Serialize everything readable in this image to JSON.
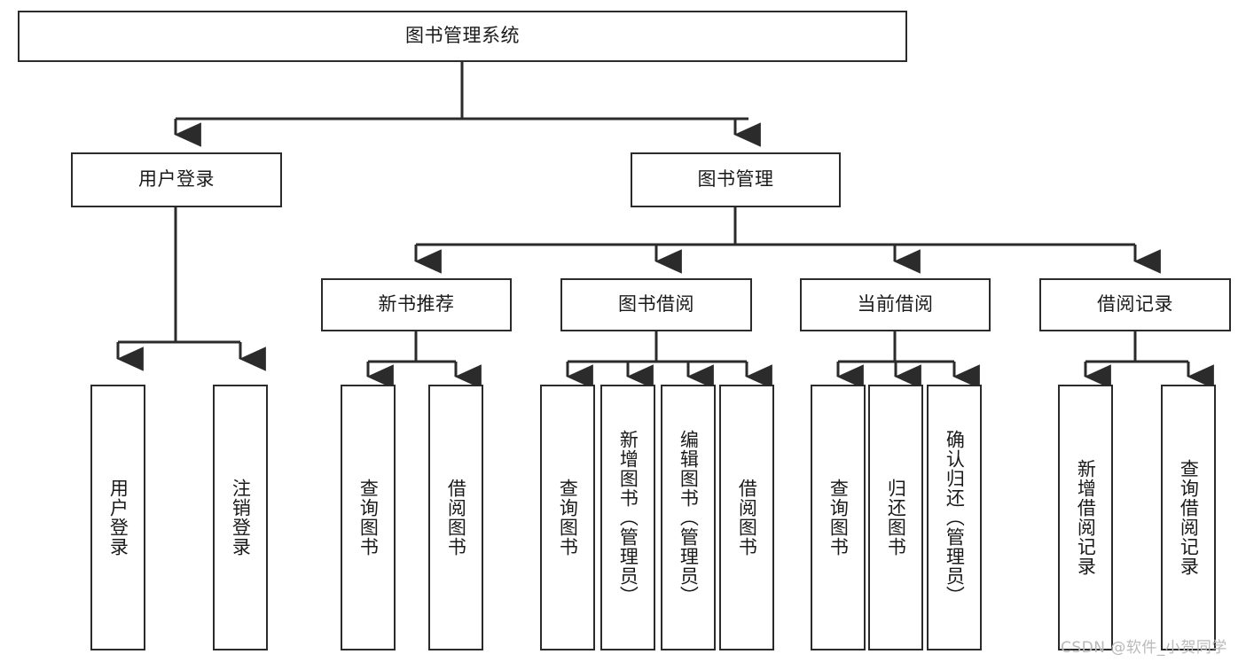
{
  "diagram": {
    "title": "图书管理系统",
    "type": "tree",
    "root": {
      "id": "root",
      "label": "图书管理系统"
    },
    "level2": [
      {
        "id": "user-login",
        "label": "用户登录"
      },
      {
        "id": "book-manage",
        "label": "图书管理"
      }
    ],
    "level3": [
      {
        "id": "new-book-recommend",
        "label": "新书推荐"
      },
      {
        "id": "book-borrow",
        "label": "图书借阅"
      },
      {
        "id": "current-borrow",
        "label": "当前借阅"
      },
      {
        "id": "borrow-record",
        "label": "借阅记录"
      }
    ],
    "leaves": {
      "user_login": [
        {
          "id": "leaf-user-login",
          "label": "用户登录"
        },
        {
          "id": "leaf-logout-login",
          "label": "注销登录"
        }
      ],
      "new_book_recommend": [
        {
          "id": "leaf-query-book-1",
          "label": "查询图书"
        },
        {
          "id": "leaf-borrow-book-1",
          "label": "借阅图书"
        }
      ],
      "book_borrow": [
        {
          "id": "leaf-query-book-2",
          "label": "查询图书"
        },
        {
          "id": "leaf-add-book",
          "label": "新增图书（管理员）"
        },
        {
          "id": "leaf-edit-book",
          "label": "编辑图书（管理员）"
        },
        {
          "id": "leaf-borrow-book-2",
          "label": "借阅图书"
        }
      ],
      "current_borrow": [
        {
          "id": "leaf-query-book-3",
          "label": "查询图书"
        },
        {
          "id": "leaf-return-book",
          "label": "归还图书"
        },
        {
          "id": "leaf-confirm-return",
          "label": "确认归还（管理员）"
        }
      ],
      "borrow_record": [
        {
          "id": "leaf-add-record",
          "label": "新增借阅记录"
        },
        {
          "id": "leaf-query-record",
          "label": "查询借阅记录"
        }
      ]
    }
  },
  "watermark": {
    "text": "CSDN @软件_小贺同学"
  },
  "colors": {
    "border": "#2b2b2b",
    "text": "#1a1a1a",
    "background": "#ffffff",
    "watermark": "#b9b9b9"
  }
}
